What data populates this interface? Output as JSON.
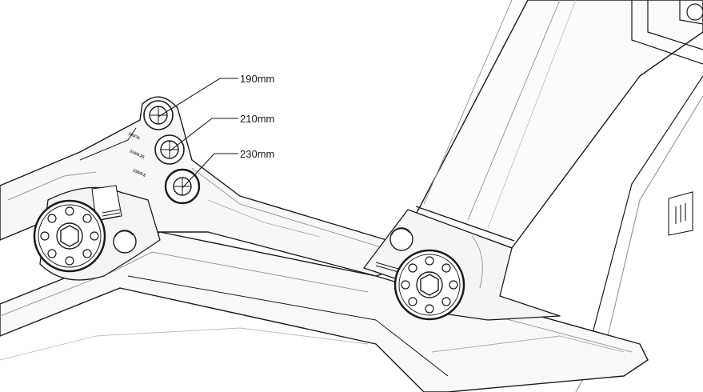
{
  "callouts": [
    {
      "label": "190mm"
    },
    {
      "label": "210mm"
    },
    {
      "label": "230mm"
    }
  ],
  "engraved_marks": [
    "190/76",
    "210/8.25",
    "230/8.8"
  ],
  "colors": {
    "line": "#1a1a1a",
    "light_line": "#9a9a9a",
    "fill": "#f6f6f6",
    "background": "#ffffff"
  }
}
